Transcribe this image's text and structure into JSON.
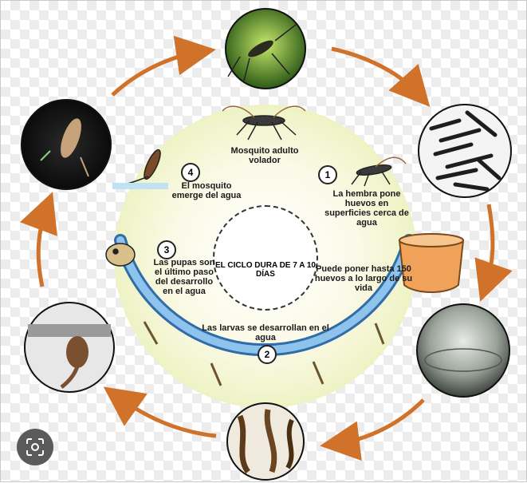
{
  "center": {
    "title": "EL CICLO DURA DE 7 A 10 DÍAS"
  },
  "steps": [
    {
      "number": "1",
      "text": "La hembra pone huevos en superficies cerca de agua"
    },
    {
      "number": "2",
      "text": "Las larvas se desarrollan en el agua"
    },
    {
      "number": "3",
      "text": "Las pupas son el último paso del desarrollo en el agua"
    },
    {
      "number": "4",
      "text": "El mosquito emerge del agua"
    }
  ],
  "labels": {
    "adult": "Mosquito adulto volador",
    "eggs_note": "Puede poner hasta 150 huevos a lo largo de su vida"
  },
  "photos": [
    "adult-mosquito-photo",
    "eggs-photo",
    "water-container-photo",
    "larvae-photo",
    "pupa-photo",
    "emerging-mosquito-photo"
  ],
  "icons": [
    "google-lens-icon"
  ],
  "colors": {
    "arrow": "#d0722a",
    "water_ring": "#5a9fd6",
    "inner_glow": "#f6f3c4"
  }
}
